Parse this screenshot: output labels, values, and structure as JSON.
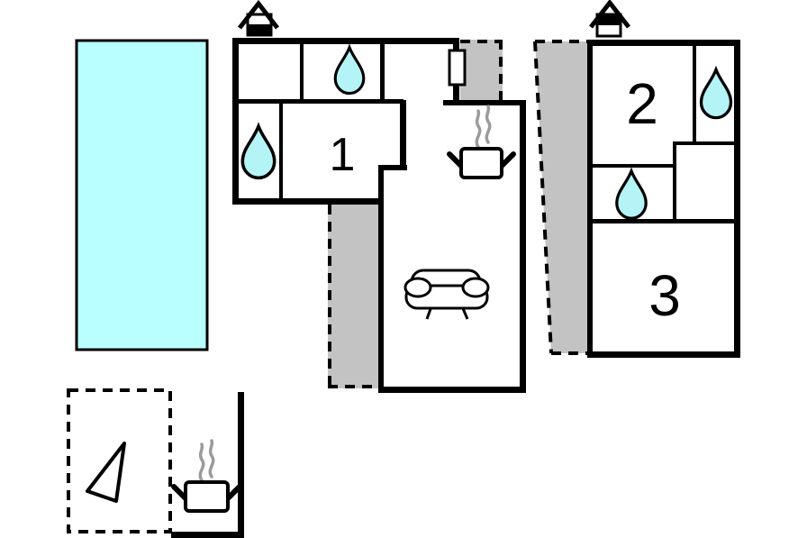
{
  "plan": {
    "rooms": [
      {
        "id": "room-1",
        "label": "1"
      },
      {
        "id": "room-2",
        "label": "2"
      },
      {
        "id": "room-3",
        "label": "3"
      }
    ],
    "icons": {
      "chimney": "chimney-icon",
      "water_drop": "water-drop-icon",
      "stove": "stove-icon",
      "sofa": "sofa-icon",
      "north_arrow": "north-arrow-icon",
      "window": "window-marker"
    },
    "colors": {
      "pool": "#baffff",
      "water_drop": "#b5f4f6",
      "terrace": "#c3c3c3",
      "wall": "#000000",
      "steam": "#9b9b9b",
      "background": "#ffffff"
    }
  }
}
